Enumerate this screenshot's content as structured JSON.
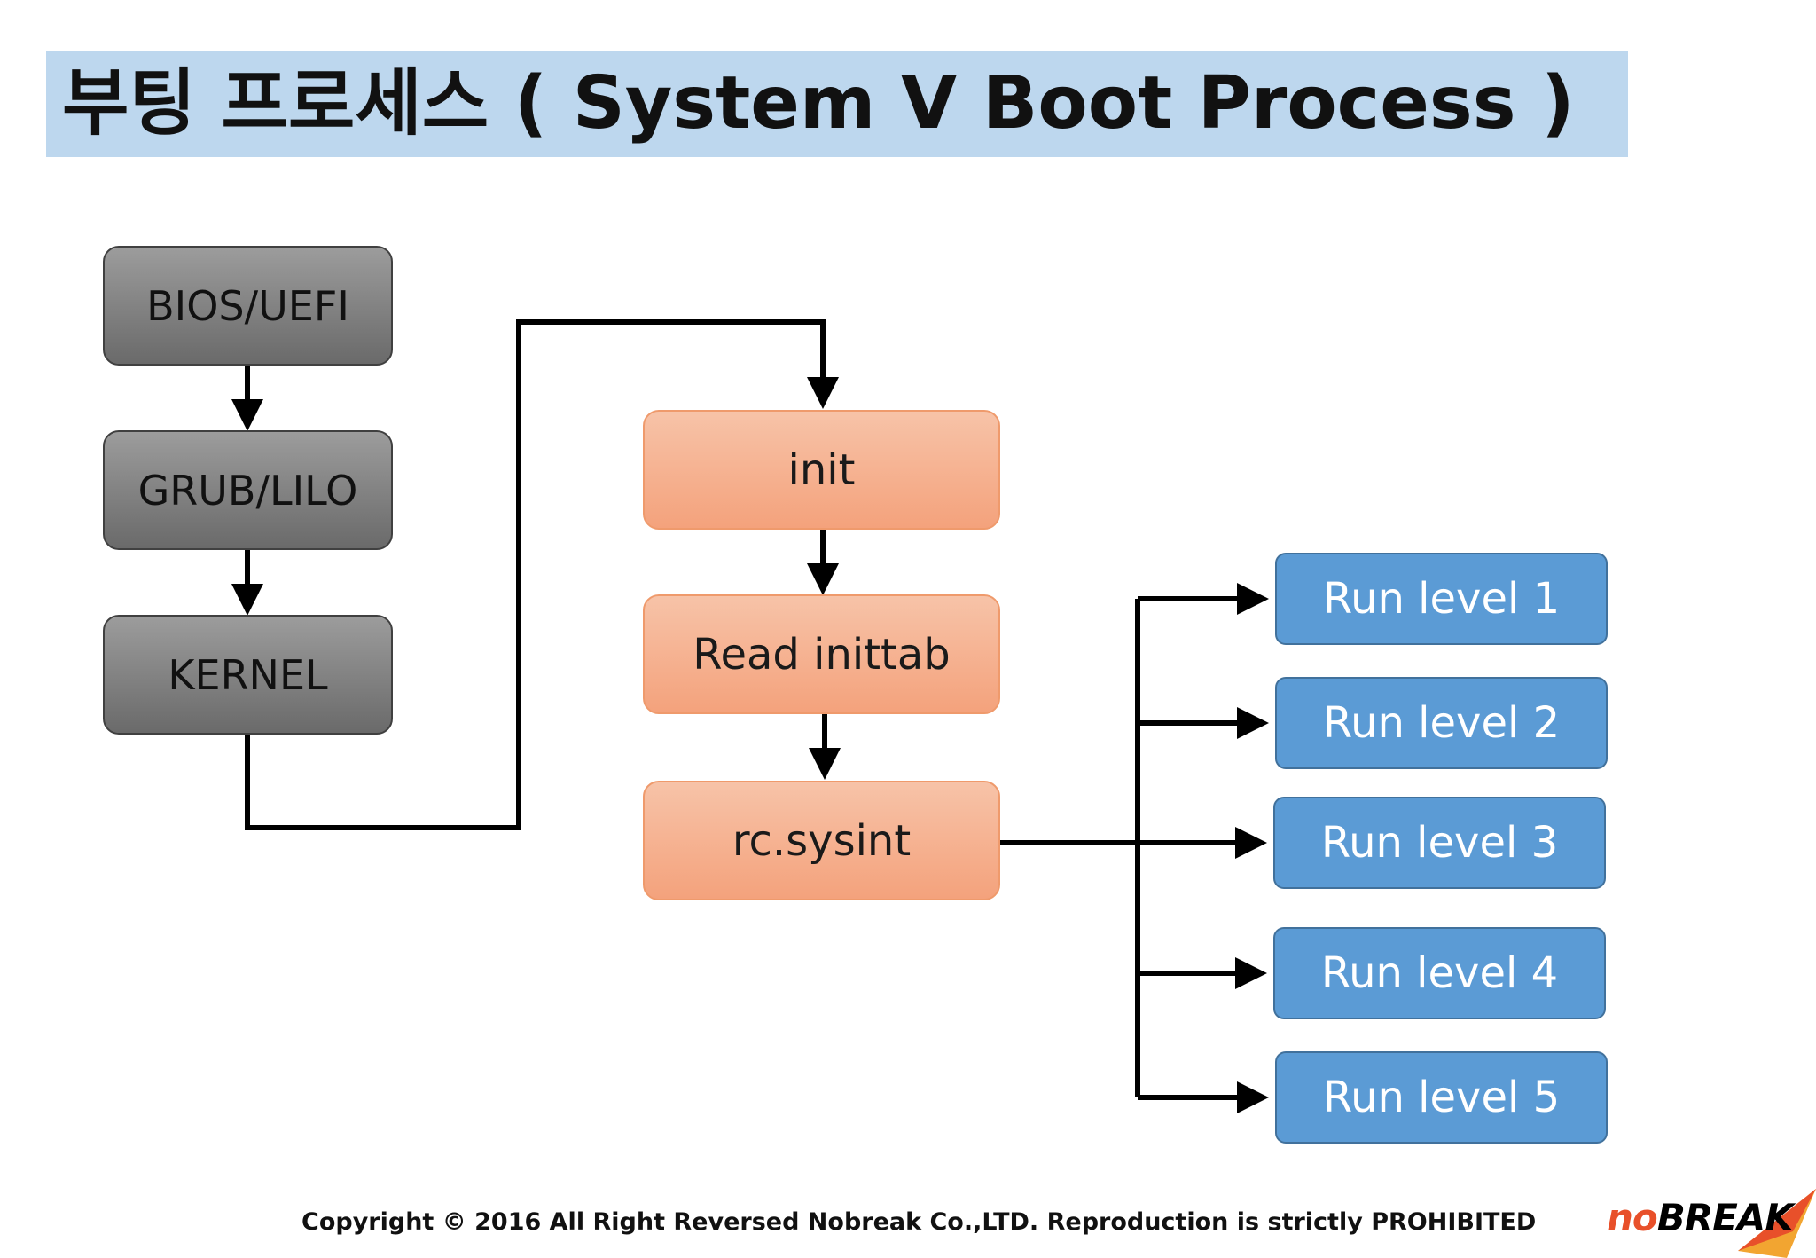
{
  "title": "부팅 프로세스 ( System V Boot Process )",
  "colors": {
    "title_bg": "#bdd7ee",
    "gray_box": "#808080",
    "orange_box": "#f5b08f",
    "blue_box": "#5b9bd5",
    "connector": "#000000",
    "logo_accent": "#e8502a"
  },
  "nodes": {
    "bios": "BIOS/UEFI",
    "grub": "GRUB/LILO",
    "kernel": "KERNEL",
    "init": "init",
    "inittab": "Read inittab",
    "sysinit": "rc.sysint",
    "runlevels": [
      "Run level 1",
      "Run level 2",
      "Run level 3",
      "Run level 4",
      "Run level 5"
    ]
  },
  "edges": [
    {
      "from": "bios",
      "to": "grub"
    },
    {
      "from": "grub",
      "to": "kernel"
    },
    {
      "from": "kernel",
      "to": "init"
    },
    {
      "from": "init",
      "to": "inittab"
    },
    {
      "from": "inittab",
      "to": "sysinit"
    },
    {
      "from": "sysinit",
      "to": "runlevel-1"
    },
    {
      "from": "sysinit",
      "to": "runlevel-2"
    },
    {
      "from": "sysinit",
      "to": "runlevel-3"
    },
    {
      "from": "sysinit",
      "to": "runlevel-4"
    },
    {
      "from": "sysinit",
      "to": "runlevel-5"
    }
  ],
  "footer": {
    "copyright": "Copyright © 2016 All Right Reversed Nobreak Co.,LTD. Reproduction is strictly PROHIBITED",
    "logo_prefix": "no",
    "logo_suffix": "BREAK"
  }
}
